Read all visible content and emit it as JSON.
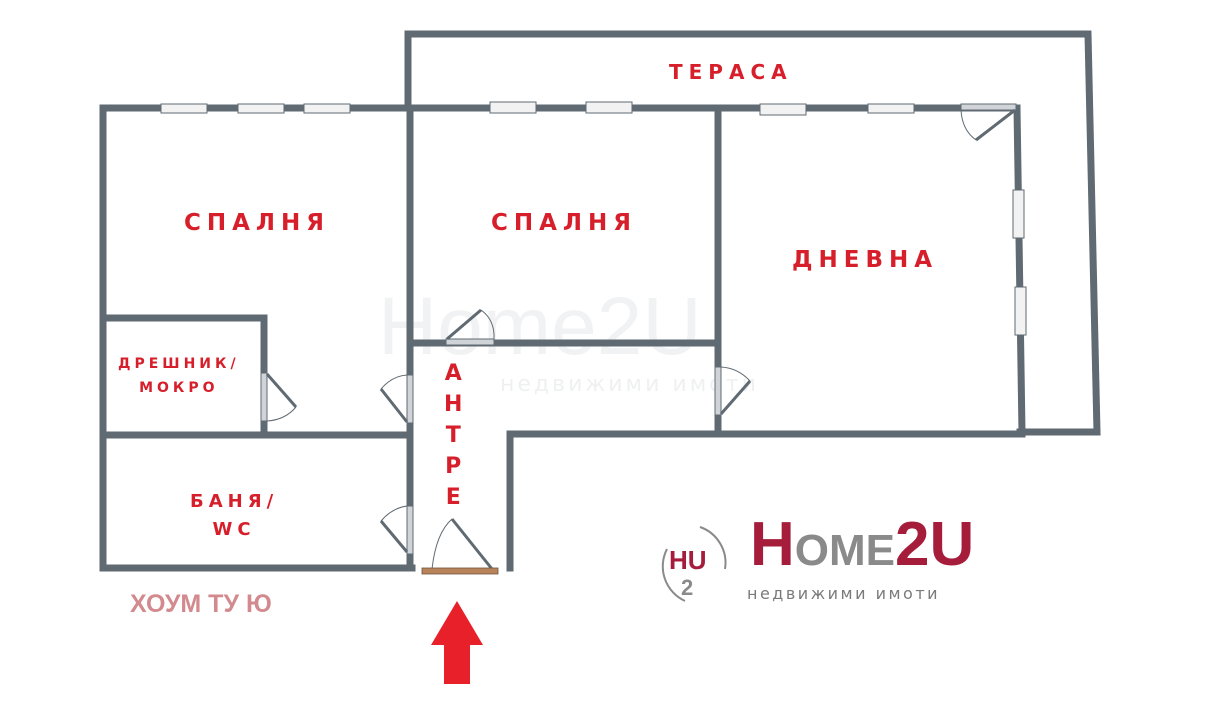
{
  "plan": {
    "colors": {
      "wall": "#5f6a72",
      "label": "#d71f2b",
      "entrance_door": "#b9835a",
      "arrow": "#e8202a",
      "watermark_text": "#d28a8e",
      "brand_red": "#a51d3a",
      "brand_gray": "#8a8a8a"
    },
    "rooms": {
      "terrace": "ТЕРАСА",
      "bedroom_left": "СПАЛНЯ",
      "bedroom_middle": "СПАЛНЯ",
      "living_room": "ДНЕВНА",
      "closet_line1": "ДРЕШНИК/",
      "closet_line2": "МОКРО",
      "bathroom_line1": "БАНЯ/",
      "bathroom_line2": "WC",
      "hallway_letters": [
        "А",
        "Н",
        "Т",
        "Р",
        "Е"
      ]
    },
    "entrance_arrow_icon": "arrow-up-icon"
  },
  "watermark": {
    "agency_name": "ХОУМ ТУ Ю",
    "background_logo": "Home2U",
    "background_sub": "недвижими имоти"
  },
  "brand": {
    "mark_top": "HU",
    "mark_bottom": "2",
    "h": "H",
    "ome": "OME",
    "two_u": "2U",
    "subtitle": "недвижими имоти"
  }
}
